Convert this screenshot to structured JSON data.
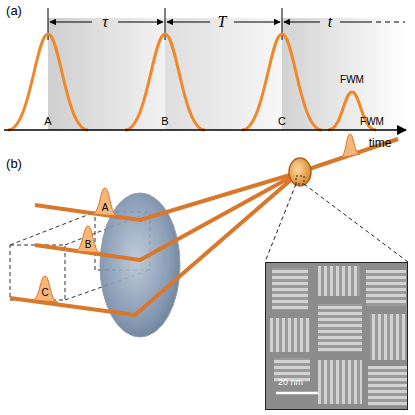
{
  "diagram": {
    "nodes": [
      {
        "text": [
          "20 nm"
        ]
      }
    ],
    "labels": [
      "(a)",
      "τ",
      "T",
      "t",
      "A",
      "B",
      "C",
      "FWM",
      "time",
      "(b)",
      "A",
      "B",
      "C",
      "FWM"
    ]
  }
}
